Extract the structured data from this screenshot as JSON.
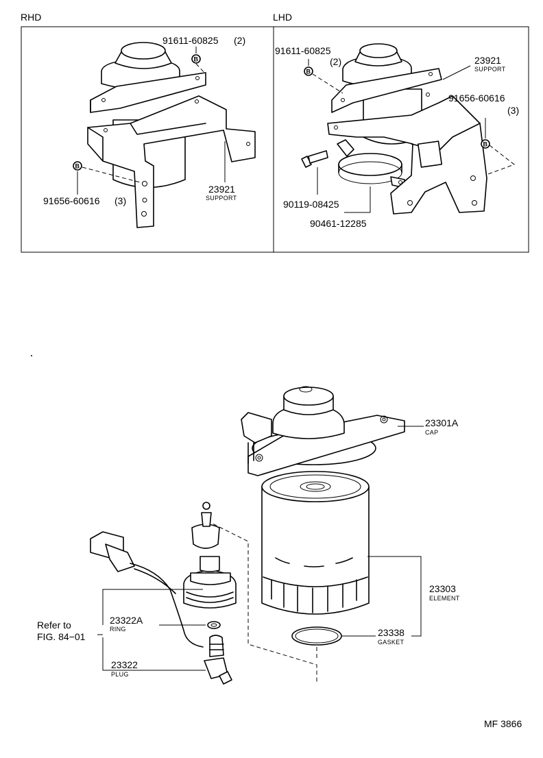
{
  "panels": {
    "rhd": {
      "heading": "RHD",
      "bolt_top_part": "91611-60825",
      "bolt_top_qty": "(2)",
      "bolt_side_part": "91656-60616",
      "bolt_side_qty": "(3)",
      "support_part": "23921",
      "support_name": "SUPPORT",
      "bolt_marker": "B"
    },
    "lhd": {
      "heading": "LHD",
      "bolt_top_part": "91611-60825",
      "bolt_top_qty": "(2)",
      "support_part": "23921",
      "support_name": "SUPPORT",
      "bolt_side_part": "91656-60616",
      "bolt_side_qty": "(3)",
      "screw_part": "90119-08425",
      "clamp_part": "90461-12285",
      "bolt_marker": "B"
    }
  },
  "filter": {
    "cap_part": "23301A",
    "cap_name": "CAP",
    "element_part": "23303",
    "element_name": "ELEMENT",
    "gasket_part": "23338",
    "gasket_name": "GASKET",
    "ring_part": "23322A",
    "ring_name": "RING",
    "plug_part": "23322",
    "plug_name": "PLUG",
    "refer_line1": "Refer to",
    "refer_line2": "FIG. 84−01"
  },
  "figure_code": "MF 3866"
}
